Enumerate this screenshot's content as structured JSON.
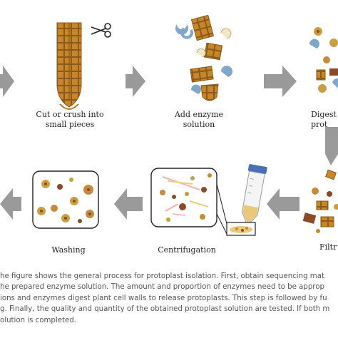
{
  "steps": {
    "cut": "Cut or crush into\nsmall pieces",
    "enzyme": "Add enzyme\nsolution",
    "digest": "Digest t\nprot",
    "filter": "Filtr",
    "centrifuge": "Centrifugation",
    "wash": "Washing"
  },
  "caption": [
    "he figure shows the general process for protoplast isolation. First, obtain sequencing mat",
    "he prepared enzyme solution. The amount and proportion of enzymes need to be approp",
    "ions and enzymes digest plant cell walls to release protoplasts. This step is followed by fu",
    "g. Finally, the quality and quantity of the obtained protoplast solution are tested. If both m",
    "olution is completed."
  ],
  "colors": {
    "arrow": "#9a9a9a",
    "tissue": "#c8862a",
    "tissue_dark": "#8a5a18",
    "enzyme": "#7fa8c8",
    "protoplast": "#c58a3a",
    "protoplast_dark": "#8b4a2a",
    "tube_cap": "#4a6fb5",
    "debris_pink": "#f2b3b3",
    "debris_yellow": "#e6d27a"
  }
}
